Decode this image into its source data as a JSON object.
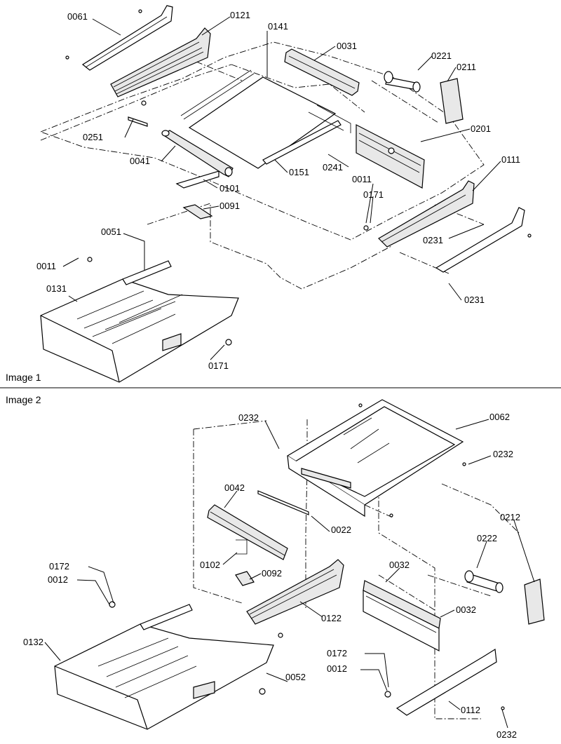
{
  "image1": {
    "caption": "Image 1",
    "callouts": {
      "c0061": "0061",
      "c0121": "0121",
      "c0141": "0141",
      "c0031": "0031",
      "c0221": "0221",
      "c0211": "0211",
      "c0201": "0201",
      "c0251": "0251",
      "c0041": "0041",
      "c0151": "0151",
      "c0241": "0241",
      "c0011a": "0011",
      "c0111": "0111",
      "c0171a": "0171",
      "c0101": "0101",
      "c0091": "0091",
      "c0051": "0051",
      "c0011b": "0011",
      "c0131": "0131",
      "c0231a": "0231",
      "c0231b": "0231",
      "c0171b": "0171"
    }
  },
  "image2": {
    "caption": "Image 2",
    "callouts": {
      "c0232a": "0232",
      "c0062": "0062",
      "c0232b": "0232",
      "c0042": "0042",
      "c0022": "0022",
      "c0212": "0212",
      "c0222": "0222",
      "c0102": "0102",
      "c0092": "0092",
      "c0172a": "0172",
      "c0012a": "0012",
      "c0032a": "0032",
      "c0032b": "0032",
      "c0122": "0122",
      "c0132": "0132",
      "c0052": "0052",
      "c0172b": "0172",
      "c0012b": "0012",
      "c0112": "0112",
      "c0232c": "0232"
    }
  }
}
